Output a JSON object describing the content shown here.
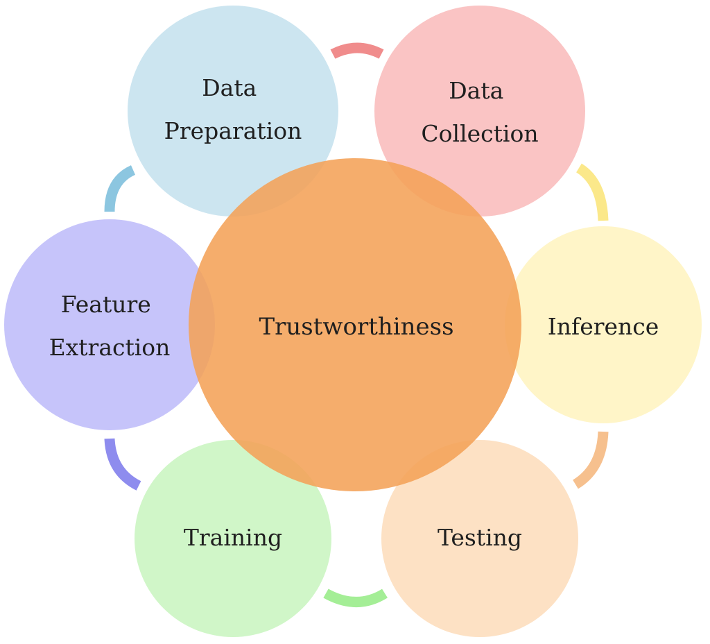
{
  "center": {
    "label": "Trustworthiness",
    "color": "#F4A258"
  },
  "stages": [
    {
      "key": "data-collection",
      "lines": [
        "Data",
        "Collection"
      ],
      "color": "#F8B4B4",
      "connector_color": "#F08C8C"
    },
    {
      "key": "inference",
      "lines": [
        "Inference"
      ],
      "color": "#FFF2B8",
      "connector_color": "#FBE88A"
    },
    {
      "key": "testing",
      "lines": [
        "Testing"
      ],
      "color": "#FCD9B4",
      "connector_color": "#F6C08E"
    },
    {
      "key": "training",
      "lines": [
        "Training"
      ],
      "color": "#C3F4B8",
      "connector_color": "#A4EE96"
    },
    {
      "key": "feature-extraction",
      "lines": [
        "Feature",
        "Extraction"
      ],
      "color": "#B6B4F8",
      "connector_color": "#8E8CEE"
    },
    {
      "key": "data-preparation",
      "lines": [
        "Data",
        "Preparation"
      ],
      "color": "#BEDEEC",
      "connector_color": "#8CC6E0"
    }
  ]
}
